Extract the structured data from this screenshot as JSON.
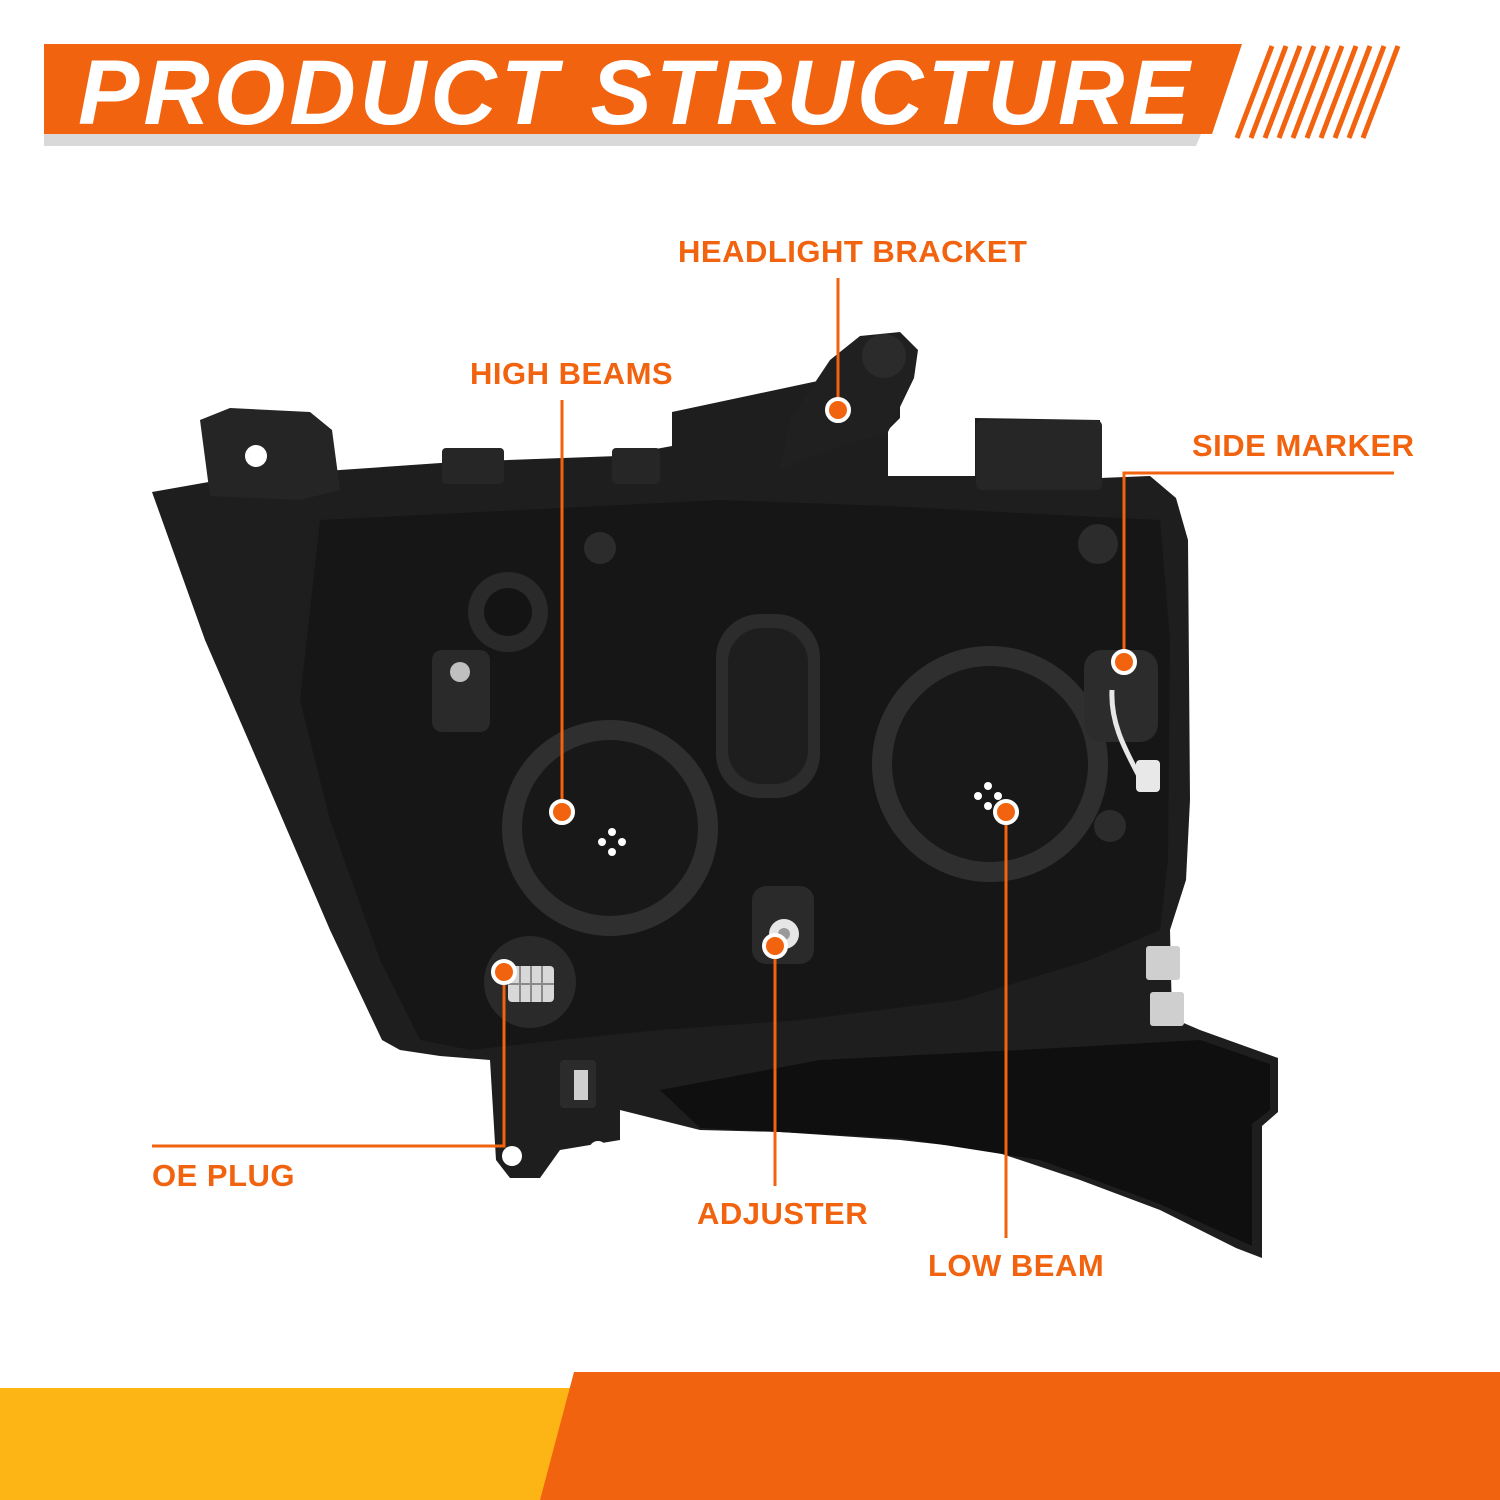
{
  "header": {
    "title": "PRODUCT STRUCTURE"
  },
  "colors": {
    "accent": "#F2630F",
    "footer_yellow": "#FDB515",
    "header_stripe": "#D9D9D9",
    "housing": "#1E1E1E",
    "background": "#FFFFFF"
  },
  "callouts": {
    "headlight_bracket": "HEADLIGHT BRACKET",
    "high_beams": "HIGH BEAMS",
    "side_marker": "SIDE MARKER",
    "oe_plug": "OE PLUG",
    "adjuster": "ADJUSTER",
    "low_beam": "LOW BEAM"
  }
}
